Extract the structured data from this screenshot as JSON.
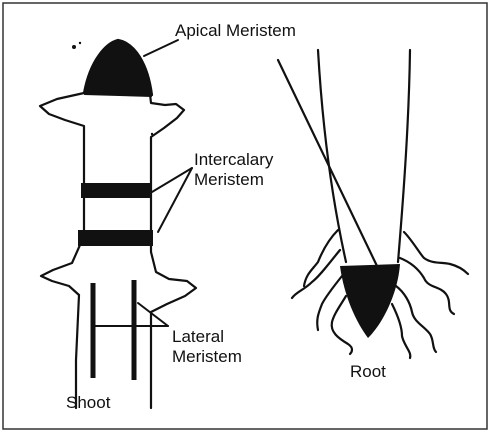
{
  "labels": {
    "apical": "Apical Meristem",
    "intercalary_line1": "Intercalary",
    "intercalary_line2": "Meristem",
    "lateral_line1": "Lateral",
    "lateral_line2": "Meristem",
    "shoot": "Shoot",
    "root": "Root"
  },
  "colors": {
    "ink": "#111111",
    "frame": "#333333",
    "background": "#ffffff"
  }
}
